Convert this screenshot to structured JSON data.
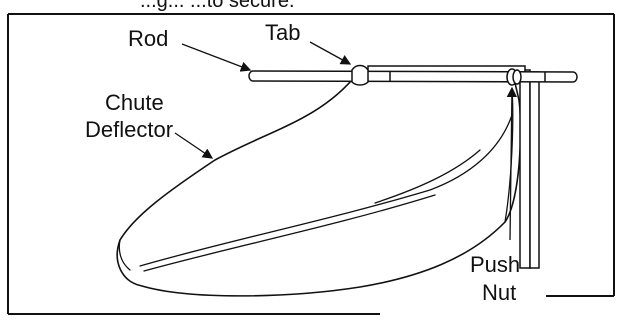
{
  "caption": "...g... ...to secure.",
  "labels": {
    "rod": "Rod",
    "tab": "Tab",
    "chute_line1": "Chute",
    "chute_line2": "Deflector",
    "push_line1": "Push",
    "push_line2": "Nut"
  }
}
